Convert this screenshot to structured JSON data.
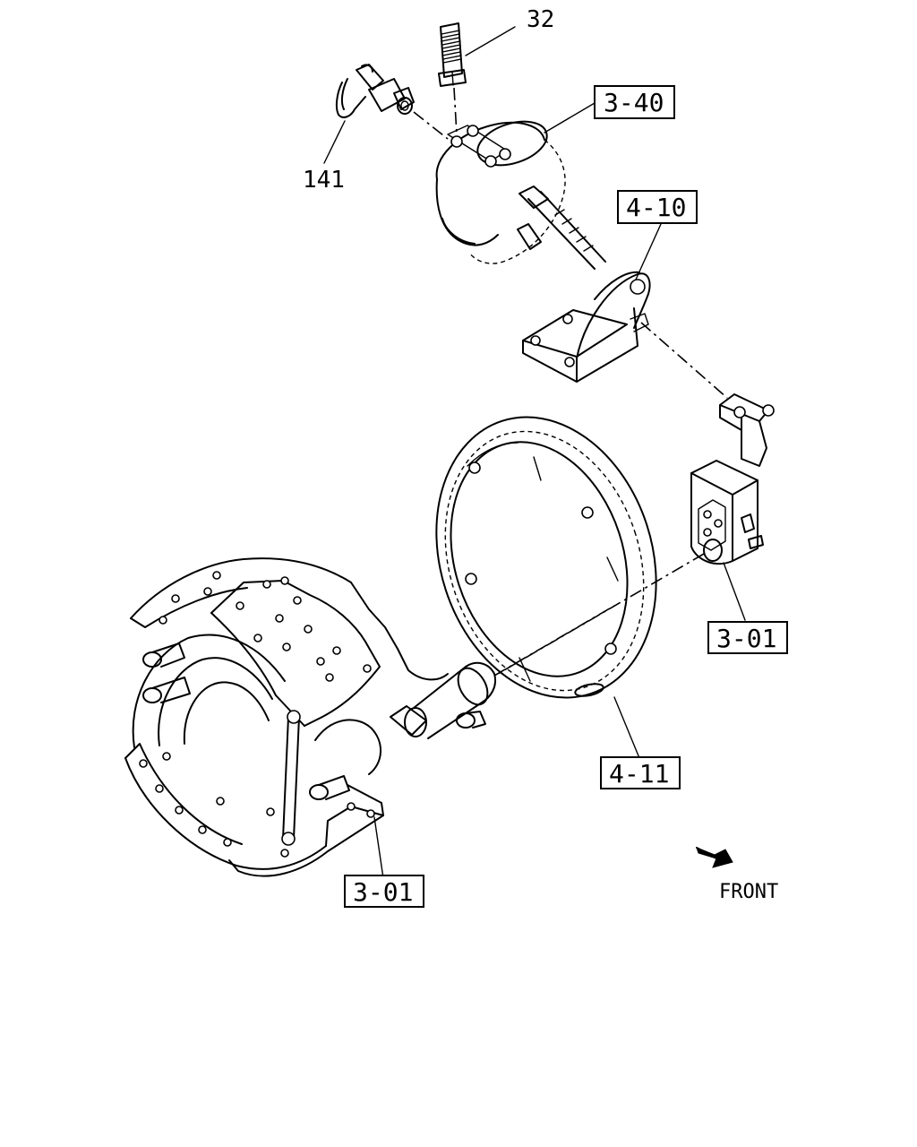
{
  "callouts": {
    "part_32": "32",
    "part_141": "141",
    "ref_3_40": "3-40",
    "ref_4_10": "4-10",
    "ref_3_01_right": "3-01",
    "ref_4_11": "4-11",
    "ref_3_01_bottom": "3-01"
  },
  "direction": {
    "label": "FRONT"
  }
}
